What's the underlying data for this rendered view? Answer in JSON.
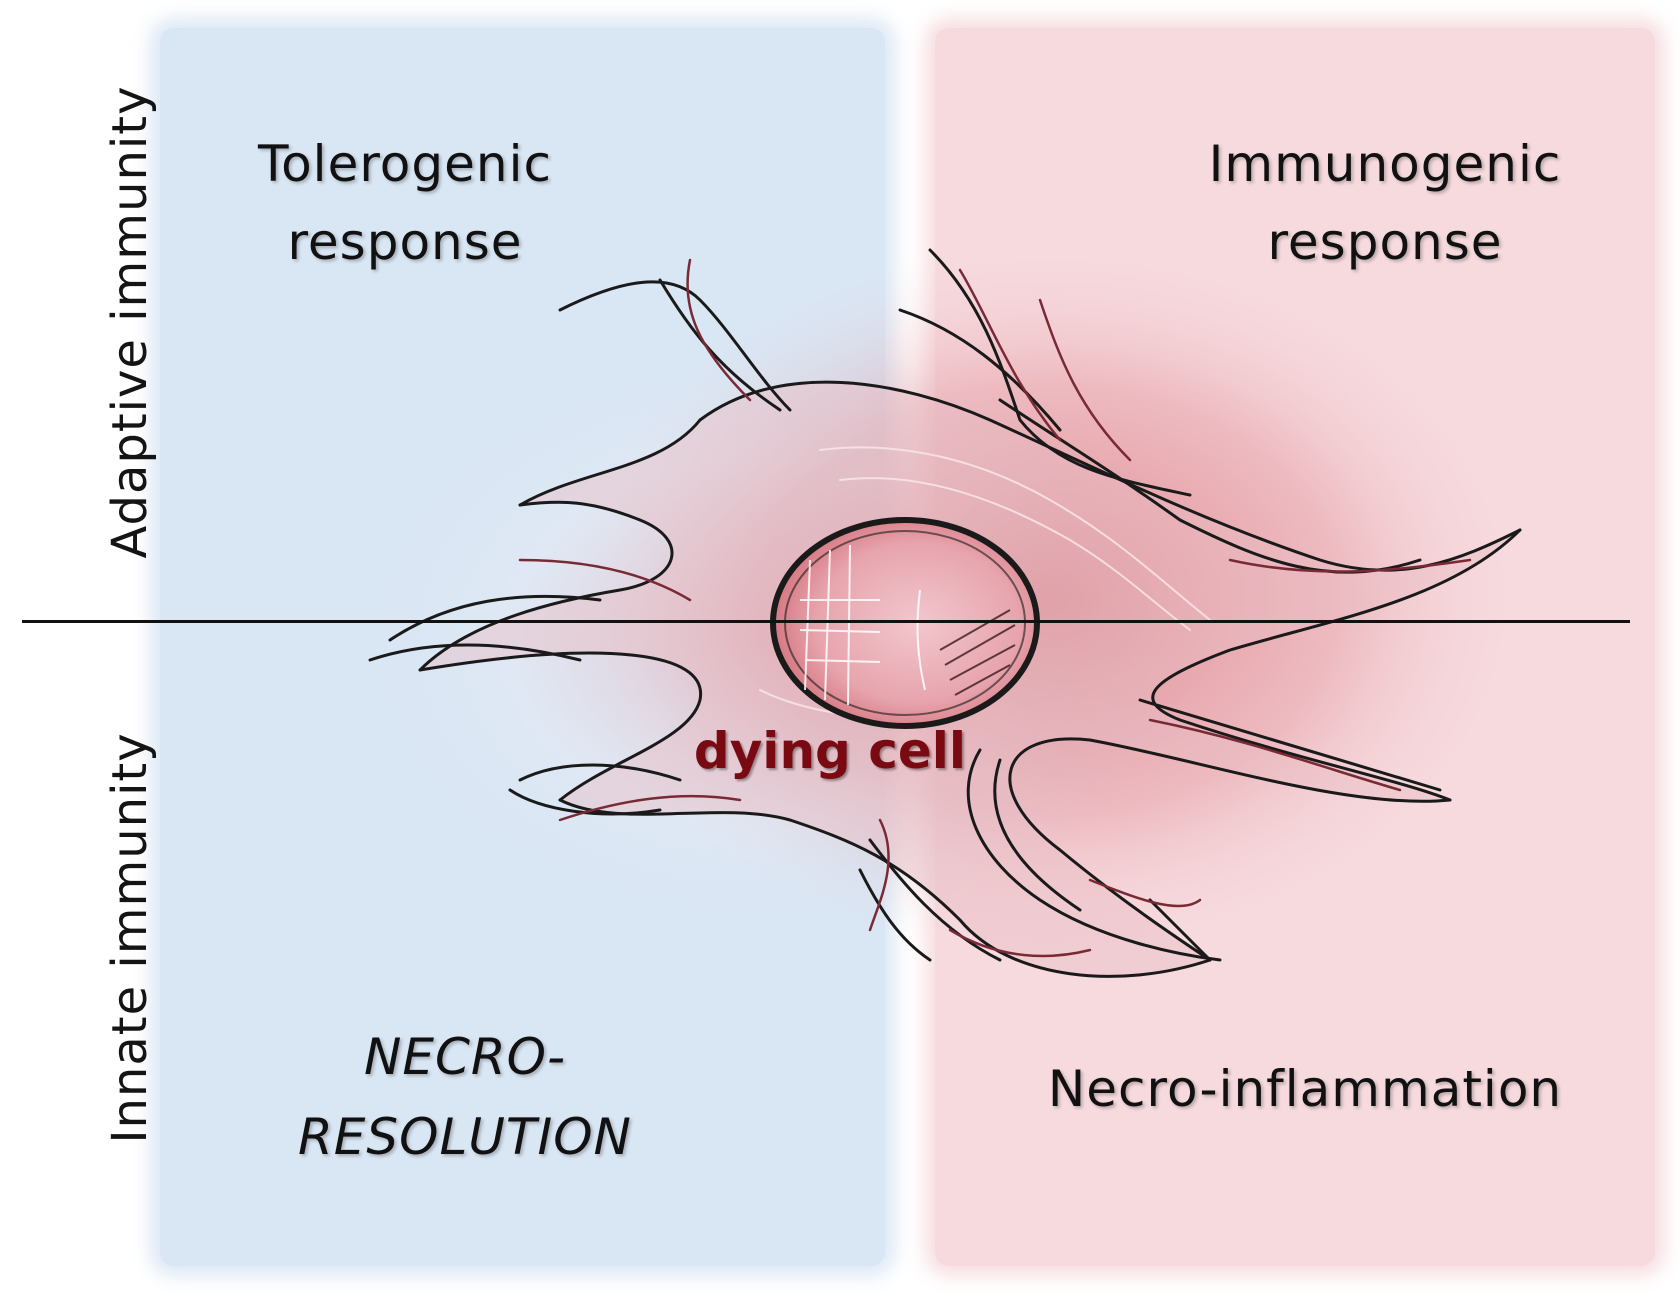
{
  "axes": {
    "top": "Adaptive immunity",
    "bottom": "Innate immunity"
  },
  "quadrants": {
    "top_left": [
      "Tolerogenic",
      "response"
    ],
    "top_right": [
      "Immunogenic",
      "response"
    ],
    "bottom_left": [
      "NECRO-",
      "RESOLUTION"
    ],
    "bottom_right": "Necro-inflammation"
  },
  "center": "dying cell",
  "colors": {
    "left_panel": "#d9e6f4",
    "right_panel": "#f6dade",
    "cell_red": "#c8464f",
    "line_dark": "#1a1a1a",
    "line_maroon": "#7a2a35",
    "label_red": "#7a0a12"
  }
}
